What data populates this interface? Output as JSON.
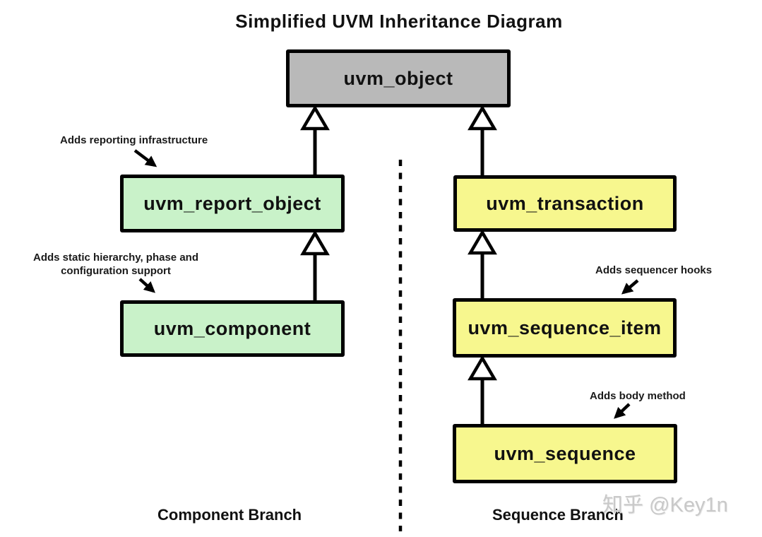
{
  "title": "Simplified UVM Inheritance Diagram",
  "nodes": {
    "uvm_object": "uvm_object",
    "uvm_report_object": "uvm_report_object",
    "uvm_component": "uvm_component",
    "uvm_transaction": "uvm_transaction",
    "uvm_sequence_item": "uvm_sequence_item",
    "uvm_sequence": "uvm_sequence"
  },
  "annotations": {
    "reporting": "Adds reporting infrastructure",
    "hierarchy": "Adds static hierarchy, phase and configuration support",
    "sequencer_hooks": "Adds sequencer hooks",
    "body_method": "Adds body method"
  },
  "branches": {
    "component": "Component Branch",
    "sequence": "Sequence Branch"
  },
  "watermark": "知乎 @Key1n",
  "colors": {
    "root_fill": "#b9b9b9",
    "component_branch_fill": "#c9f2c9",
    "sequence_branch_fill": "#f7f78e",
    "border": "#000000",
    "watermark_gray": "#c9c9c9"
  }
}
